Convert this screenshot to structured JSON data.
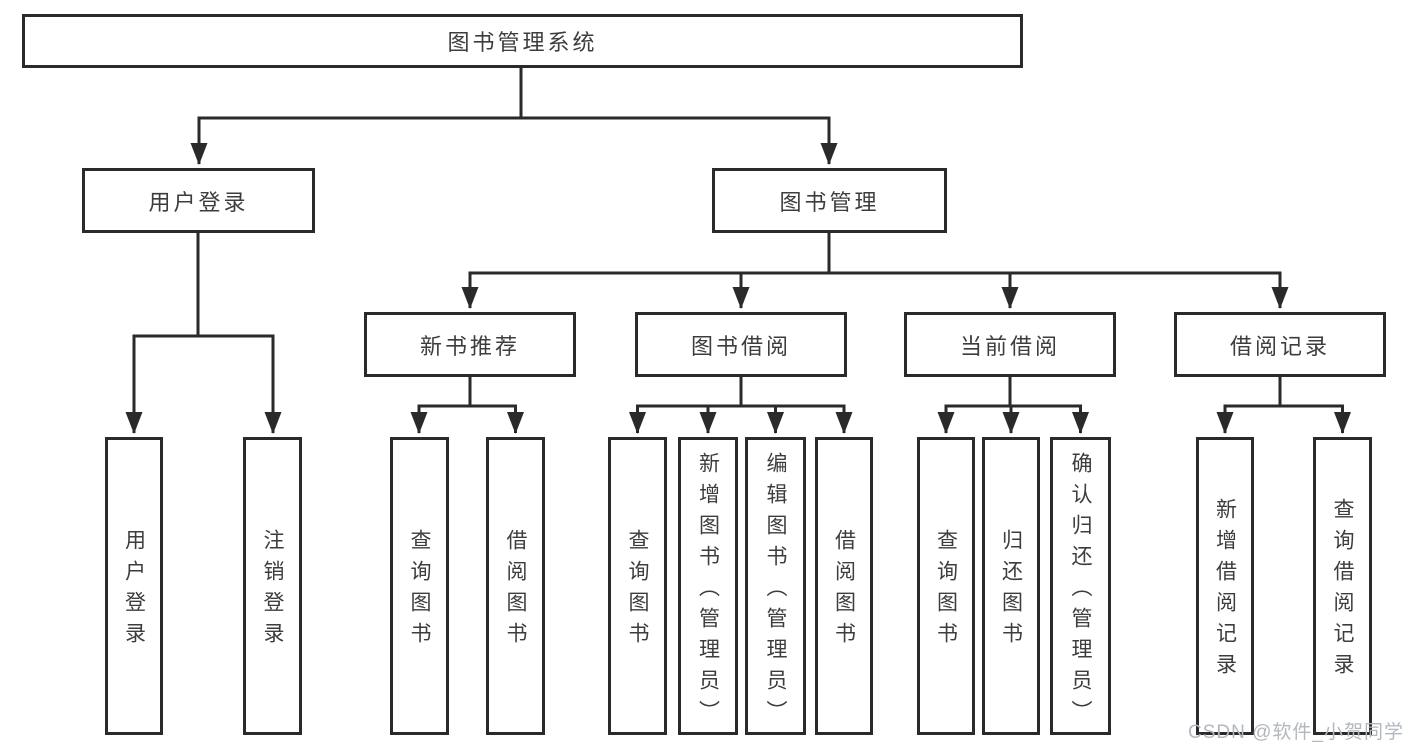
{
  "diagram": {
    "title": "图书管理系统",
    "root": {
      "label": "图书管理系统"
    },
    "level2": [
      {
        "label": "用户登录"
      },
      {
        "label": "图书管理"
      }
    ],
    "level3": [
      {
        "label": "新书推荐"
      },
      {
        "label": "图书借阅"
      },
      {
        "label": "当前借阅"
      },
      {
        "label": "借阅记录"
      }
    ],
    "leaves": {
      "user_login": [
        {
          "label": "用户登录"
        },
        {
          "label": "注销登录"
        }
      ],
      "new_book_recommend": [
        {
          "label": "查询图书"
        },
        {
          "label": "借阅图书"
        }
      ],
      "book_borrow": [
        {
          "label": "查询图书"
        },
        {
          "label": "新增图书（管理员）"
        },
        {
          "label": "编辑图书（管理员）"
        },
        {
          "label": "借阅图书"
        }
      ],
      "current_borrow": [
        {
          "label": "查询图书"
        },
        {
          "label": "归还图书"
        },
        {
          "label": "确认归还（管理员）"
        }
      ],
      "borrow_records": [
        {
          "label": "新增借阅记录"
        },
        {
          "label": "查询借阅记录"
        }
      ]
    },
    "colors": {
      "line": "#2a2a2a",
      "text": "#3d3d3d",
      "box_fill": "#ffffff",
      "watermark": "#b3b8bf"
    }
  },
  "watermark": {
    "text": "CSDN @软件_小贺同学"
  }
}
